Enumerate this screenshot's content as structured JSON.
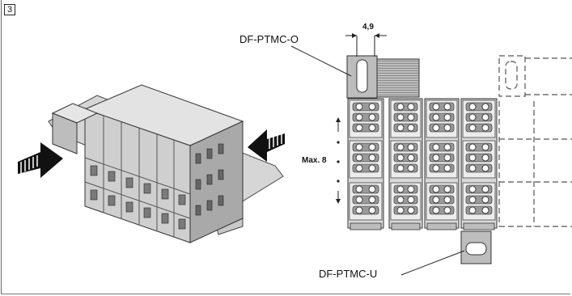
{
  "figure": {
    "number": "3"
  },
  "labels": {
    "top_callout": "DF-PTMC-O",
    "bottom_callout": "DF-PTMC-U",
    "dimension": "4,9",
    "max_modules": "Max. 8"
  }
}
